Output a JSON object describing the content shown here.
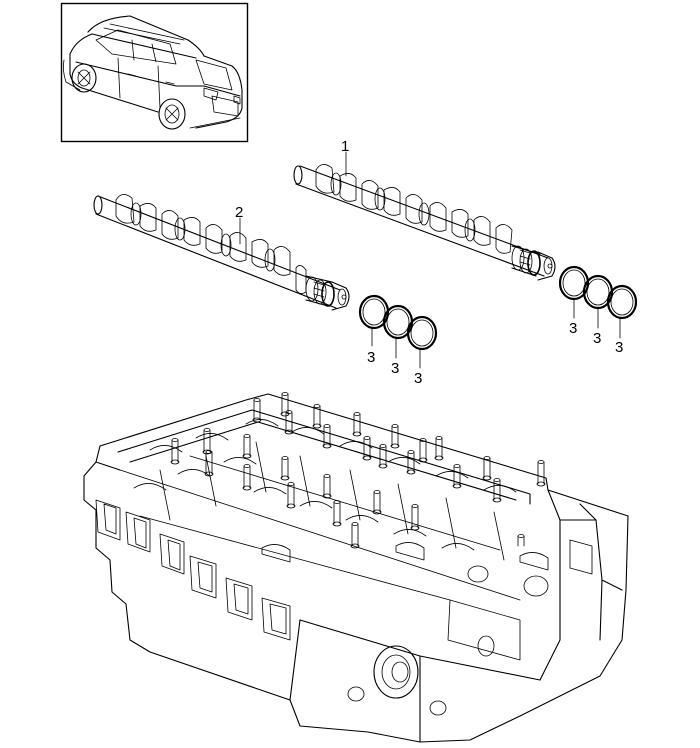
{
  "diagram": {
    "callouts": [
      {
        "id": "camshaft-1",
        "number": "1"
      },
      {
        "id": "camshaft-2",
        "number": "2"
      },
      {
        "id": "seal-ring-a1",
        "number": "3"
      },
      {
        "id": "seal-ring-a2",
        "number": "3"
      },
      {
        "id": "seal-ring-a3",
        "number": "3"
      },
      {
        "id": "seal-ring-b1",
        "number": "3"
      },
      {
        "id": "seal-ring-b2",
        "number": "3"
      },
      {
        "id": "seal-ring-b3",
        "number": "3"
      }
    ]
  }
}
